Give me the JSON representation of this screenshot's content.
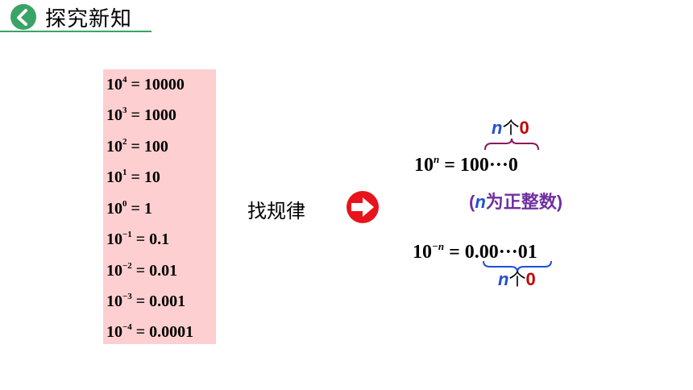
{
  "header": {
    "title": "探究新知",
    "accent_color": "#3aa366"
  },
  "powers": [
    {
      "base": "10",
      "exp": "4",
      "result": "= 10000"
    },
    {
      "base": "10",
      "exp": "3",
      "result": "= 1000"
    },
    {
      "base": "10",
      "exp": "2",
      "result": "= 100"
    },
    {
      "base": "10",
      "exp": "1",
      "result": "= 10"
    },
    {
      "base": "10",
      "exp": "0",
      "result": "= 1"
    },
    {
      "base": "10",
      "exp": "−1",
      "result": "= 0.1"
    },
    {
      "base": "10",
      "exp": "−2",
      "result": "= 0.01"
    },
    {
      "base": "10",
      "exp": "−3",
      "result": "= 0.001"
    },
    {
      "base": "10",
      "exp": "−4",
      "result": "= 0.0001"
    }
  ],
  "pattern_label": "找规律",
  "arrow_icon": "right-arrow-circle-icon",
  "positive": {
    "base": "10",
    "exp": "n",
    "result": "= 100···0",
    "count_n": "n",
    "count_ge": "个",
    "count_zero": "0",
    "note_open": "(",
    "note_n": "n",
    "note_text": "为正整数)"
  },
  "negative": {
    "base": "10",
    "exp": "−n",
    "result": "= 0.00···01",
    "count_n": "n",
    "count_ge": "个",
    "count_zero": "0"
  }
}
